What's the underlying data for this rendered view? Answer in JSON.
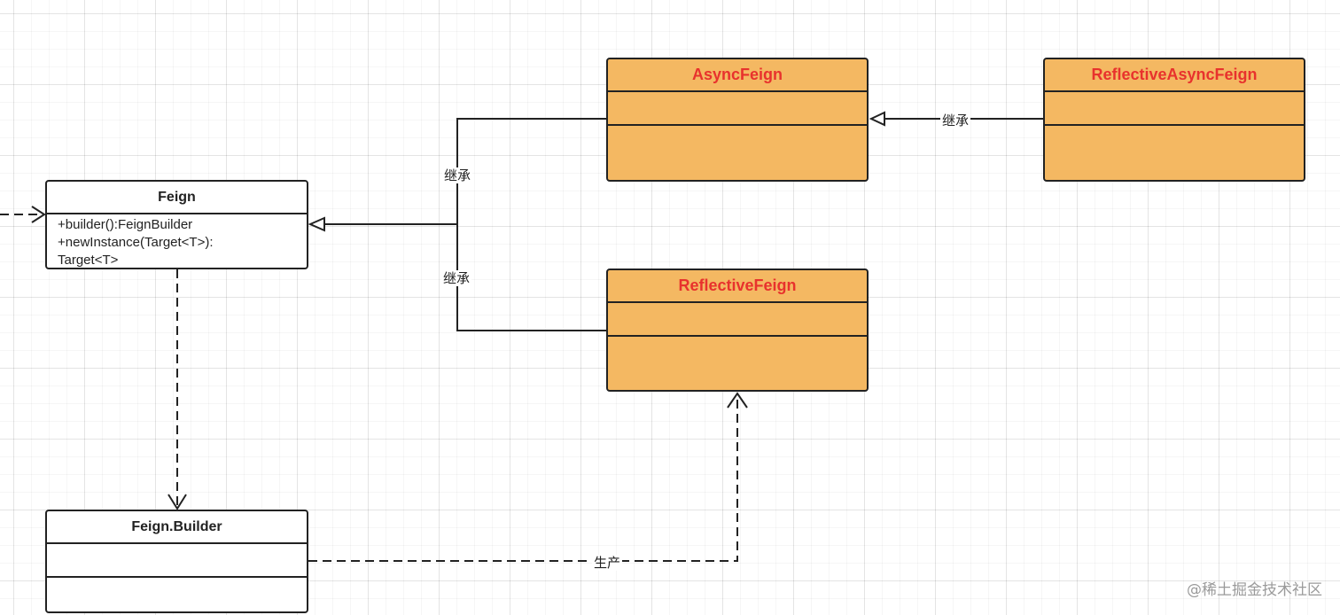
{
  "classes": {
    "feign": {
      "name": "Feign",
      "methods": [
        "+builder():FeignBuilder",
        "+newInstance(Target<T>):",
        "Target<T>"
      ]
    },
    "feign_builder": {
      "name": "Feign.Builder"
    },
    "async_feign": {
      "name": "AsyncFeign"
    },
    "reflective_async_feign": {
      "name": "ReflectiveAsyncFeign"
    },
    "reflective_feign": {
      "name": "ReflectiveFeign"
    }
  },
  "edges": {
    "inherit_label_async": "继承",
    "inherit_label_reflective": "继承",
    "inherit_label_reflective_async": "继承",
    "produce_label": "生产"
  },
  "watermark": "@稀土掘金技术社区",
  "colors": {
    "orange_fill": "#f4b862",
    "orange_title_text": "#e8322d",
    "stroke": "#222222"
  }
}
